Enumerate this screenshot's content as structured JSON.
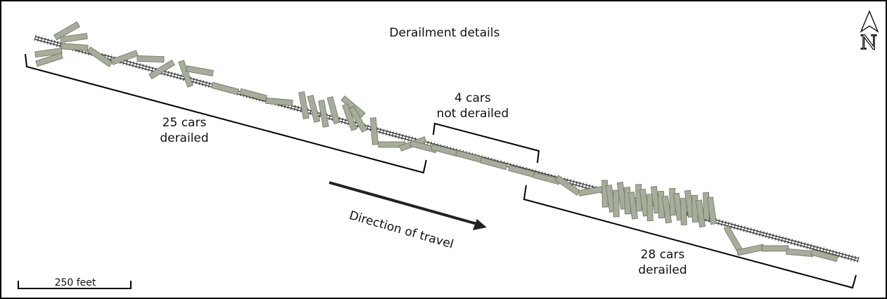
{
  "title": "Derailment details",
  "groups": {
    "left": {
      "line1": "25 cars",
      "line2": "derailed"
    },
    "middle": {
      "line1": "4 cars",
      "line2": "not derailed"
    },
    "right": {
      "line1": "28 cars",
      "line2": "derailed"
    }
  },
  "direction_label": "Direction of travel",
  "scale_label": "250 feet",
  "north_label": "N",
  "colors": {
    "car_fill": "#a6ad9a",
    "car_stroke": "#6e7466",
    "track": "#333333"
  }
}
